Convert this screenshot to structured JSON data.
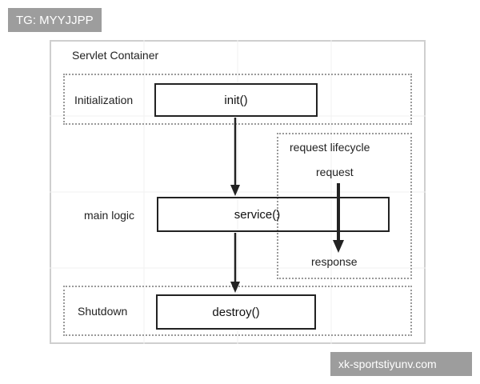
{
  "watermarks": {
    "top_left": "TG: MYYJJPP",
    "bottom_right": "xk-sportstiyunv.com"
  },
  "diagram": {
    "container_title": "Servlet Container",
    "regions": {
      "initialization": "Initialization",
      "main_logic": "main logic",
      "shutdown": "Shutdown",
      "request_lifecycle": "request lifecycle"
    },
    "boxes": {
      "init": "init()",
      "service": "service()",
      "destroy": "destroy()"
    },
    "request_flow": {
      "start": "request",
      "end": "response"
    }
  },
  "colors": {
    "stroke": "#222222",
    "dotted_border": "#9a9a9a",
    "container_border": "#cfcfcf",
    "watermark_bg": "#8c8c8c"
  }
}
